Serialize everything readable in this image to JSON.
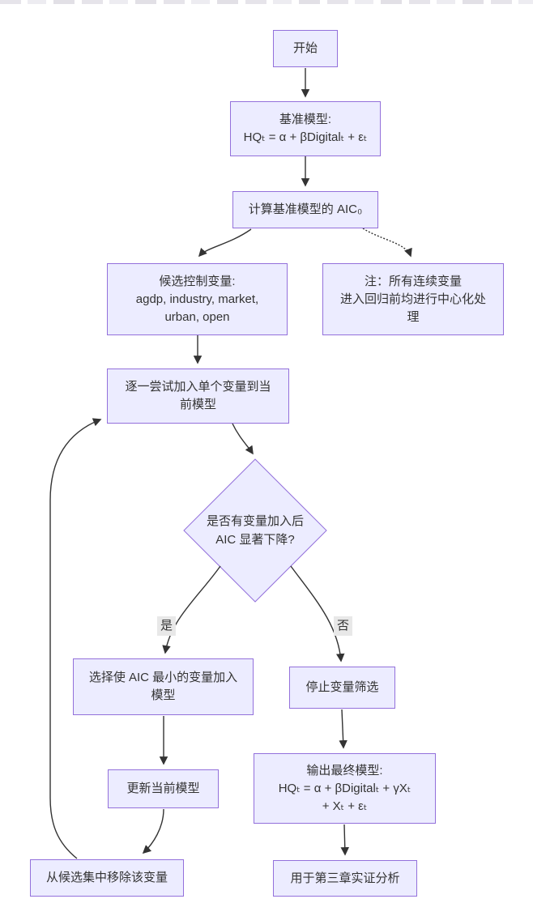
{
  "colors": {
    "node_fill": "#ECECFF",
    "node_border": "#9370DB",
    "edge": "#333333",
    "text": "#333333",
    "label_bg": "#e8e8e8",
    "background": "#ffffff"
  },
  "flowchart": {
    "nodes": {
      "start": {
        "label": "开始"
      },
      "baseline": {
        "lines": [
          "基准模型:",
          "HQₜ = α + βDigitalₜ + εₜ"
        ]
      },
      "aic": {
        "label": "计算基准模型的 AIC₀"
      },
      "candidates": {
        "lines": [
          "候选控制变量:",
          "agdp, industry, market,",
          "urban, open"
        ]
      },
      "note": {
        "lines": [
          "注：所有连续变量",
          "进入回归前均进行中心化处",
          "理"
        ]
      },
      "try_add": {
        "lines": [
          "逐一尝试加入单个变量到当",
          "前模型"
        ]
      },
      "decision": {
        "lines": [
          "是否有变量加入后",
          "AIC 显著下降?"
        ]
      },
      "select_min": {
        "lines": [
          "选择使 AIC 最小的变量加入",
          "模型"
        ]
      },
      "stop": {
        "label": "停止变量筛选"
      },
      "update": {
        "label": "更新当前模型"
      },
      "output": {
        "lines": [
          "输出最终模型:",
          "HQₜ = α + βDigitalₜ + γXₜ",
          "+ Xₜ + εₜ"
        ]
      },
      "remove": {
        "label": "从候选集中移除该变量"
      },
      "final": {
        "label": "用于第三章实证分析"
      }
    },
    "edge_labels": {
      "yes": "是",
      "no": "否"
    }
  }
}
